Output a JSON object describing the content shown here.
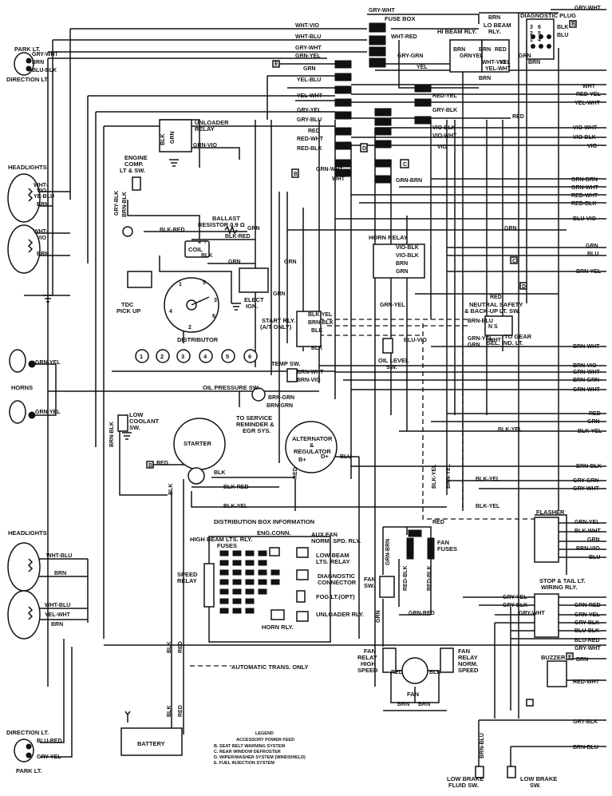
{
  "components": {
    "park_lt_top": "PARK LT.",
    "direction_lt_top": "DIRECTION LT.",
    "headlights_1": "HEADLIGHTS",
    "horns": "HORNS",
    "headlights_2": "HEADLIGHTS",
    "direction_lt_bottom": "DIRECTION LT.",
    "park_lt_bottom": "PARK LT.",
    "fuse_box": "FUSE BOX",
    "hi_beam_rly": "HI BEAM RLY.",
    "lo_beam_rly_1": "LO BEAM",
    "lo_beam_rly_2": "RLY.",
    "diagnostic_plug": "DIAGNOSTIC PLUG",
    "unloader_relay_1": "UNLOADER",
    "unloader_relay_2": "RELAY",
    "engine_comp_1": "ENGINE",
    "engine_comp_2": "COMP.",
    "engine_comp_3": "LT & SW.",
    "ballast_1": "BALLAST",
    "ballast_2": "RESISTOR 0.9 Ω",
    "coil": "COIL",
    "elect_ign_1": "ELECT",
    "elect_ign_2": "IGN.",
    "tdc_1": "TDC",
    "tdc_2": "PICK UP",
    "distributor": "DISTRIBUTOR",
    "horn_relay": "HORN RELAY",
    "start_rly_1": "START RLY.",
    "start_rly_2": "(A/T ONLY)",
    "neutral_1": "NEUTRAL SAFETY",
    "neutral_2": "& BACK-UP LT. SW.",
    "to_gear_1": "TO GEAR",
    "to_gear_2": "SEL. IND. LT.",
    "oil_level_1": "OIL LEVEL",
    "oil_level_2": "SW.",
    "temp_sw": "TEMP SW.",
    "oil_pressure_sw": "OIL PRESSURE SW.",
    "service_1": "TO SERVICE",
    "service_2": "REMINDER &",
    "service_3": "EGR SYS.",
    "low_coolant_1": "LOW",
    "low_coolant_2": "COOLANT",
    "low_coolant_3": "SW.",
    "starter": "STARTER",
    "alternator_1": "ALTERNATOR",
    "alternator_2": "&",
    "alternator_3": "REGULATOR",
    "b_plus": "B+",
    "d_plus": "D+",
    "dist_box_info": "DISTRIBUTION BOX INFORMATION",
    "fuses": "FUSES",
    "hi_beam_lts_rly": "HIGH BEAM LTS. RLY.",
    "eng_conn": "ENG.CONN.",
    "aux_fan_1": "AUX.FAN",
    "aux_fan_2": "NORM. SPD. RLY.",
    "low_beam_lts_1": "LOW BEAM",
    "low_beam_lts_2": "LTS. RELAY",
    "speed_relay_1": "SPEED",
    "speed_relay_2": "RELAY",
    "diag_conn_1": "DIAGNOSTIC",
    "diag_conn_2": "CONNECTOR",
    "fog_lt": "FOG LT.(OPT)",
    "unloader_rly": "UNLOADER RLY.",
    "horn_rly_box": "HORN RLY.",
    "auto_trans": "AUTOMATIC TRANS. ONLY",
    "flasher": "FLASHER",
    "stop_tail_1": "STOP & TAIL LT.",
    "stop_tail_2": "WIRING RLY.",
    "fan_fuses_1": "FAN",
    "fan_fuses_2": "FUSES",
    "fan_sw_1": "FAN",
    "fan_sw_2": "SW.",
    "fan_high_1": "FAN",
    "fan_high_2": "RELAY",
    "fan_high_3": "HIGH",
    "fan_high_4": "SPEED",
    "fan_norm_1": "FAN",
    "fan_norm_2": "RELAY",
    "fan_norm_3": "NORM.",
    "fan_norm_4": "SPEED",
    "fan": "FAN",
    "buzzer": "BUZZER",
    "battery": "BATTERY",
    "low_brake_1_a": "LOW BRAKE",
    "low_brake_1_b": "FLUID SW.",
    "low_brake_2_a": "LOW BRAKE",
    "low_brake_2_b": "SW."
  },
  "legend": {
    "title_1": "LEGEND",
    "title_2": "ACCESSORY POWER FEED",
    "items": [
      "B. SEAT BELT WARNING SYSTEM",
      "C. REAR WINDOW DEFROSTER",
      "D. WIPER/WASHER SYSTEM (WINDSHIELD)",
      "E. FUEL INJECTION SYSTEM"
    ]
  },
  "cylinders": [
    "1",
    "2",
    "3",
    "4",
    "5",
    "6"
  ],
  "dist_terminals": [
    "1",
    "2",
    "3",
    "4",
    "5",
    "6"
  ],
  "diag_plug_pins": [
    "3",
    "2",
    "1",
    "6",
    "5",
    "4"
  ],
  "terminals": [
    "B",
    "C",
    "D",
    "E",
    "B",
    "C",
    "D",
    "B",
    "E"
  ],
  "neutral_ns": "N S",
  "coil_pins": [
    "+",
    "-"
  ],
  "wires": {
    "top_left": [
      "GRY-WHT",
      "BRN",
      "BLU-BLK",
      "WHT-",
      "VIO",
      "YE-BLU",
      "BRN",
      "WHT-",
      "VIO",
      "BRN",
      "GRN-YEL",
      "GRN-YEL"
    ],
    "top_center": [
      "GRY-WHT",
      "WHT-VIO",
      "WHT-BLU",
      "WHT-RED",
      "GRY-WHT",
      "GRN-YEL",
      "GRY-GRN",
      "GRN",
      "YEL",
      "YEL-BLU",
      "YEL-WHT",
      "RED-YEL",
      "GRY-YEL",
      "GRY-BLK",
      "GRY-BLU",
      "RED",
      "VIO-BLK",
      "RED-WHT",
      "VIO-WHT",
      "RED-BLK",
      "VIO",
      "GRN-WHT",
      "GRN-BRN",
      "WHT"
    ],
    "top_right": [
      "BRN",
      "GRY-WHT",
      "BLK",
      "BLU",
      "BRN",
      "GRN",
      "YEL",
      "BRN",
      "RED",
      "WHT-VIO",
      "YEL-WHT",
      "YEL",
      "GRN",
      "BRN",
      "BRN"
    ],
    "right_edge": [
      "WHT",
      "RED-YEL",
      "YEL-WHT",
      "VIO-WHT",
      "VIO-BLK",
      "VIO",
      "GRN-BRN",
      "GRN-WHT",
      "RED-WHT",
      "RED-BLK",
      "BLU-VIO",
      "GRN",
      "BLU",
      "BRN-YEL",
      "BRN-WHT",
      "BRN-VIO",
      "GRN-WHT",
      "BRN-GRN",
      "GRN-WHT",
      "RED",
      "GRN",
      "BLK-YEL",
      "BRN-BLK",
      "GRY-GRN",
      "GRY-WHT"
    ],
    "middle": [
      "GRY-BLK",
      "BRN-BLK",
      "GRN-VIO",
      "BLK",
      "GRN",
      "BLK-RED",
      "BLK-RED",
      "GRN",
      "BLK",
      "GRN",
      "GRN",
      "GRN",
      "VIO-BLK",
      "VIO-BLK",
      "BRN",
      "GRN",
      "GRN-YEL",
      "RED",
      "RED",
      "BLK-YEL",
      "BRN-BLK",
      "BLK",
      "BLK",
      "BLU-VIO",
      "BRN-BLU",
      "GRN-YEL",
      "GRN",
      "BRN-WHT",
      "BRN-VIO",
      "BRN-GRN",
      "BRN-GRN",
      "BRN-BLK",
      "RED",
      "BLU",
      "BLK-RED",
      "BLK",
      "BLK-YEL",
      "BLK",
      "RED",
      "BLK-YEL",
      "BLK-YEL",
      "BLK-YEL",
      "GRN",
      "WHT"
    ],
    "lower_right": [
      "GRN-YEL",
      "BLK-WHT",
      "GRN",
      "BRN-VIO",
      "BLU",
      "GRY-YEL",
      "GRY-BLK",
      "GRN-RED",
      "GRY-WHT",
      "GRN-YEL",
      "GRY-BLK",
      "BLU-BLK",
      "BLU-RED",
      "GRY-WHT",
      "BRN",
      "RED-WHT",
      "GRY-BLK",
      "BRN-BLU",
      "BRN-BLU"
    ],
    "fan_area": [
      "RED",
      "GRN-BRN",
      "RED-BLK",
      "RED-BLK",
      "GRN-RED",
      "GRN",
      "RED",
      "BLK",
      "BRN",
      "BRN",
      "BLK-YEL",
      "BRN-YEL"
    ],
    "lower_left": [
      "WHT-BLU",
      "BRN",
      "WHT-BLU",
      "YEL-WHT",
      "BRN",
      "BLU-RED",
      "GRY-YEL",
      "BLK",
      "RED",
      "BLK",
      "RED"
    ]
  }
}
